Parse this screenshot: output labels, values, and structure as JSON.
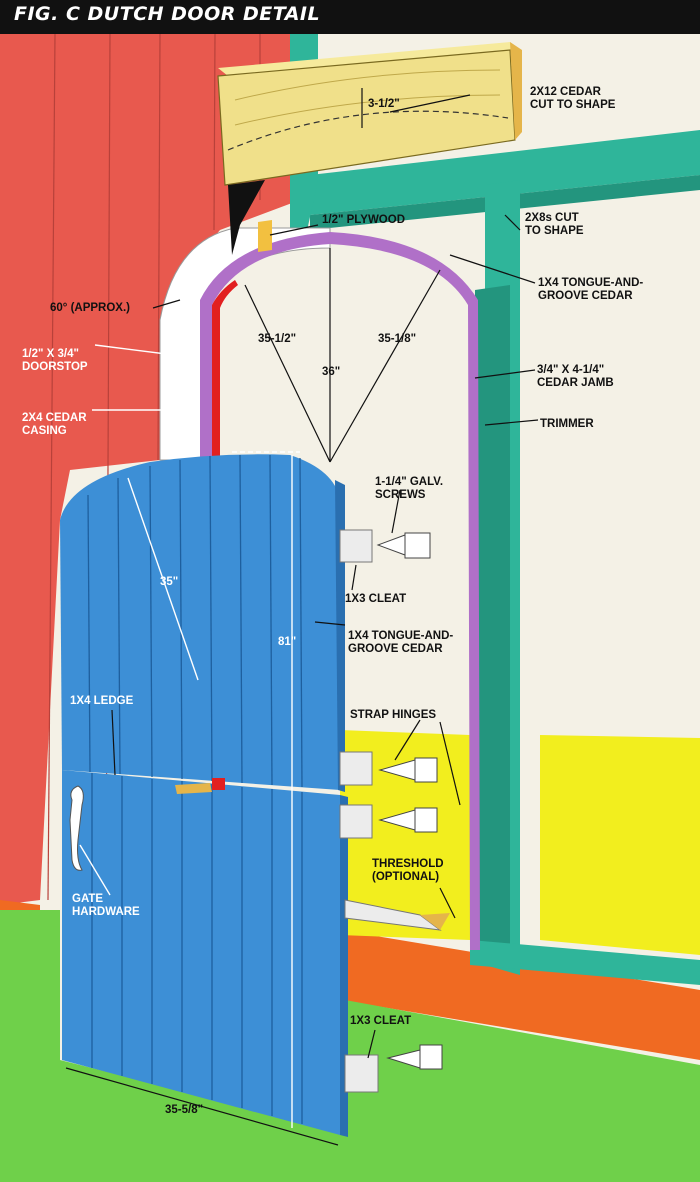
{
  "title": "FIG. C   DUTCH DOOR DETAIL",
  "labels": {
    "header_top": "2X12 CEDAR\nCUT TO SHAPE",
    "plywood": "1/2\" PLYWOOD",
    "arch_2x8": "2X8s CUT\nTO SHAPE",
    "tongue_top": "1X4 TONGUE-AND-\nGROOVE CEDAR",
    "angle_60": "60° (APPROX.)",
    "jamb": "3/4\" X 4-1/4\"\nCEDAR JAMB",
    "doorstop": "1/2\" X 3/4\"\nDOORSTOP",
    "trimmer": "TRIMMER",
    "casing": "2X4 CEDAR\nCASING",
    "screws": "1-1/4\" GALV.\nSCREWS",
    "cleat_upper": "1X3 CLEAT",
    "tongue_door": "1X4 TONGUE-AND-\nGROOVE CEDAR",
    "ledge": "1X4 LEDGE",
    "strap_hinges": "STRAP HINGES",
    "threshold": "THRESHOLD\n(OPTIONAL)",
    "gate_hardware": "GATE\nHARDWARE",
    "cleat_lower": "1X3 CLEAT"
  },
  "dimensions": {
    "header_depth": "3-1/2\"",
    "radius_left": "35-1/2\"",
    "radius_center": "36\"",
    "radius_right": "35-1/8\"",
    "door_top_radius": "35\"",
    "door_height": "81\"",
    "door_width": "35-5/8\""
  },
  "colors": {
    "siding": "#e8594e",
    "door": "#3d8fd6",
    "frame": "#2fb59a",
    "yellow": "#f2ee1e",
    "floor": "#6fd04a",
    "orange_strip": "#f06a22",
    "purple_jamb": "#b070c8",
    "wood": "#f0e08a"
  }
}
